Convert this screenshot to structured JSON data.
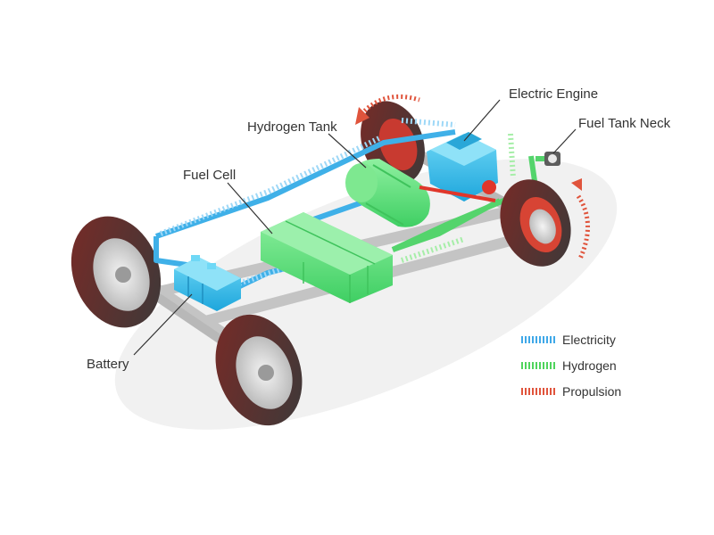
{
  "labels": {
    "electric_engine": "Electric Engine",
    "hydrogen_tank": "Hydrogen Tank",
    "fuel_tank_neck": "Fuel Tank Neck",
    "fuel_cell": "Fuel Cell",
    "battery": "Battery"
  },
  "legend": [
    {
      "label": "Electricity",
      "color": "#3fa8e8",
      "icon": "dashed-blue-arrow"
    },
    {
      "label": "Hydrogen",
      "color": "#4fd45c",
      "icon": "dashed-green-arrow"
    },
    {
      "label": "Propulsion",
      "color": "#e0543c",
      "icon": "dashed-red-arrow"
    }
  ],
  "colors": {
    "electric_components": "#2eb7e8",
    "hydrogen_components": "#5ee07a",
    "chassis": "#c9c9c9",
    "tire": "#3a3a3a",
    "wheel_rim": "#e6e6e6",
    "propulsion_accent": "#e04a35"
  }
}
